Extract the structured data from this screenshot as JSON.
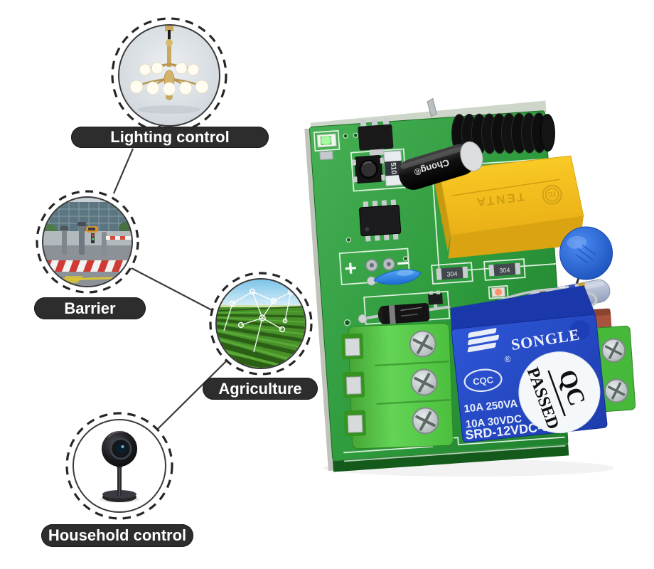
{
  "callouts": [
    {
      "id": "lighting",
      "label": "Lighting control",
      "image": "chandelier-photo"
    },
    {
      "id": "barrier",
      "label": "Barrier",
      "image": "parking-barrier-photo"
    },
    {
      "id": "agriculture",
      "label": "Agriculture",
      "image": "farm-field-photo"
    },
    {
      "id": "household",
      "label": "Household control",
      "image": "security-camera-photo"
    }
  ],
  "pcb": {
    "silkscreen": {
      "plus": "+",
      "minus": "−"
    },
    "markings": {
      "electrolytic_capacitor": "Chong®",
      "resistor_510": "510",
      "smd_resistor_left": "304",
      "smd_resistor_right": "304"
    },
    "yellow_capacitor": {
      "brand_circle": "TC",
      "brand": "TENTA"
    },
    "relay": {
      "brand": "SONGLE",
      "trademark": "®",
      "cert": "CQC",
      "rating_line1": "10A 250VA",
      "rating_line2": "10A 30VDC",
      "model": "SRD-12VDC-SL-C",
      "sticker_line1": "QC",
      "sticker_line2": "PASSED"
    },
    "colors": {
      "board_green": "#2f9e3f",
      "relay_blue": "#2548c8",
      "capacitor_yellow": "#f2b71c",
      "terminal_green": "#58c94a",
      "label_dark": "#2d2d2d"
    }
  }
}
